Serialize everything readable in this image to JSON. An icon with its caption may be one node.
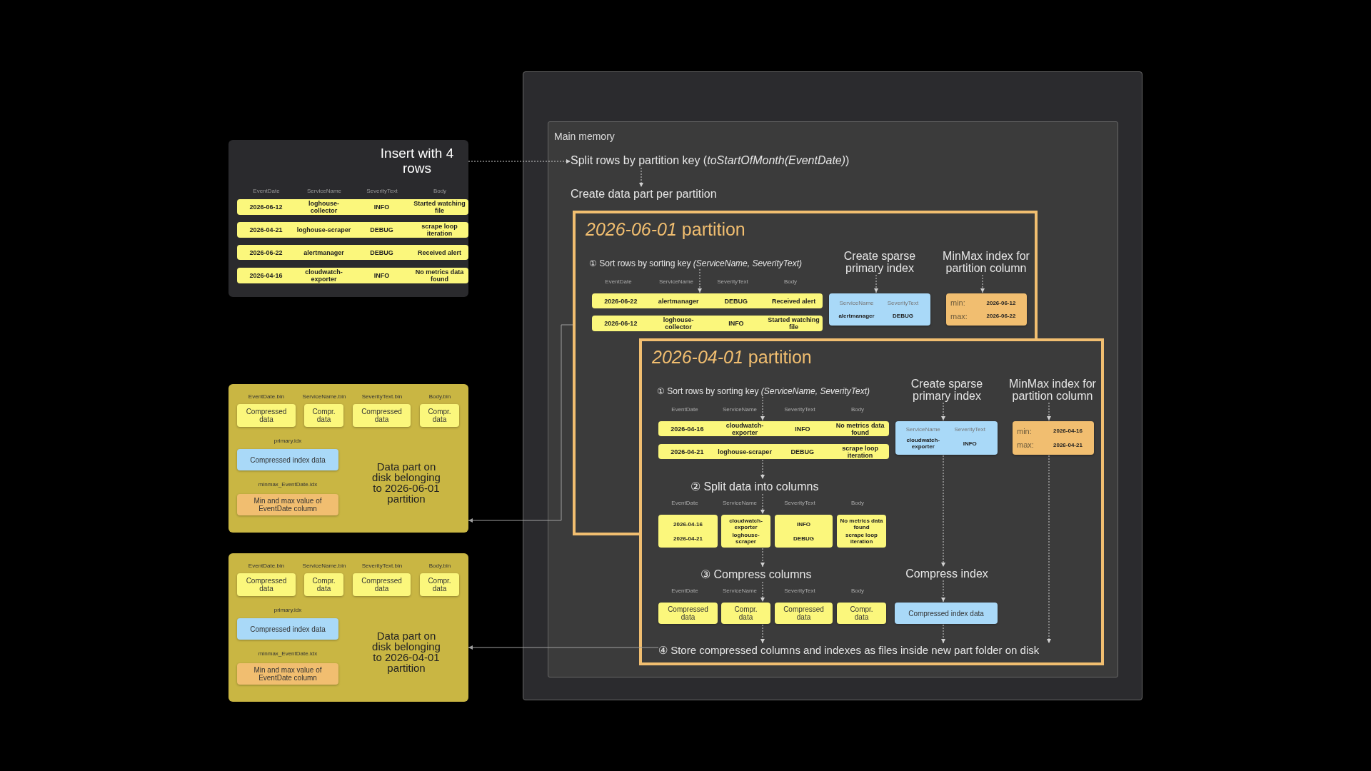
{
  "diagram": {
    "nodes": [
      {
        "text": [
          "Insert with 4 rows"
        ]
      },
      {
        "text": [
          "2026-06-12",
          "loghouse-collector",
          "INFO",
          "Started watching file"
        ],
        "in": 0
      },
      {
        "text": [
          "2026-04-21",
          "loghouse-scraper",
          "DEBUG",
          "scrape loop iteration"
        ],
        "in": 0
      },
      {
        "text": [
          "2026-06-22",
          "alertmanager",
          "DEBUG",
          "Received alert"
        ],
        "in": 0
      },
      {
        "text": [
          "2026-04-16",
          "cloudwatch-exporter",
          "INFO",
          "No metrics data found"
        ],
        "in": 0
      },
      {
        "text": [
          "Data part on disk belonging to 2026-06-01 partition"
        ]
      },
      {
        "text": [
          "Compressed data"
        ],
        "in": 5
      },
      {
        "text": [
          "Compr. data"
        ],
        "in": 5
      },
      {
        "text": [
          "Compressed data"
        ],
        "in": 5
      },
      {
        "text": [
          "Compr. data"
        ],
        "in": 5
      },
      {
        "text": [
          "Compressed index data"
        ],
        "in": 5
      },
      {
        "text": [
          "Min and max value of EventDate column"
        ],
        "in": 5
      },
      {
        "text": [
          "Data part on disk belonging to 2026-04-01 partition"
        ]
      },
      {
        "text": [
          "Compressed data"
        ],
        "in": 12
      },
      {
        "text": [
          "Compr. data"
        ],
        "in": 12
      },
      {
        "text": [
          "Compressed data"
        ],
        "in": 12
      },
      {
        "text": [
          "Compr. data"
        ],
        "in": 12
      },
      {
        "text": [
          "Compressed index data"
        ],
        "in": 12
      },
      {
        "text": [
          "Min and max value of EventDate column"
        ],
        "in": 12
      },
      {
        "text": [
          "Main memory"
        ]
      },
      {
        "text": [
          "Split rows by partition key (*toStartOfMonth(EventDate)*)"
        ],
        "in": 19
      },
      {
        "text": [
          "Create data part per partition"
        ],
        "in": 19
      },
      {
        "text": [
          "*2026-06-01* partition"
        ],
        "in": 19
      },
      {
        "text": [
          "① Sort rows by sorting key *(ServiceName, SeverityText)*"
        ],
        "in": 22
      },
      {
        "text": [
          "2026-06-22",
          "alertmanager",
          "DEBUG",
          "Received alert"
        ],
        "in": 22
      },
      {
        "text": [
          "2026-06-12",
          "loghouse-collector",
          "INFO",
          "Started watching file"
        ],
        "in": 22
      },
      {
        "text": [
          "Create sparse primary index"
        ],
        "in": 22
      },
      {
        "text": [
          "ServiceName",
          "SeverityText",
          "alertmanager",
          "DEBUG"
        ],
        "in": 22
      },
      {
        "text": [
          "MinMax index for partition column"
        ],
        "in": 22
      },
      {
        "text": [
          "min:",
          "2026-06-12",
          "max:",
          "2026-06-22"
        ],
        "in": 22
      },
      {
        "text": [
          "*2026-04-01* partition"
        ],
        "in": 19
      },
      {
        "text": [
          "① Sort rows by sorting key *(ServiceName, SeverityText)*"
        ],
        "in": 30
      },
      {
        "text": [
          "2026-04-16",
          "cloudwatch-exporter",
          "INFO",
          "No metrics data found"
        ],
        "in": 30
      },
      {
        "text": [
          "2026-04-21",
          "loghouse-scraper",
          "DEBUG",
          "scrape loop iteration"
        ],
        "in": 30
      },
      {
        "text": [
          "Create sparse primary index"
        ],
        "in": 30
      },
      {
        "text": [
          "ServiceName",
          "SeverityText",
          "cloudwatch-exporter",
          "INFO"
        ],
        "in": 30
      },
      {
        "text": [
          "MinMax index for partition column"
        ],
        "in": 30
      },
      {
        "text": [
          "min:",
          "2026-04-16",
          "max:",
          "2026-04-21"
        ],
        "in": 30
      },
      {
        "text": [
          "② Split data into columns"
        ],
        "in": 30
      },
      {
        "text": [
          "2026-04-16",
          "2026-04-21"
        ],
        "in": 30
      },
      {
        "text": [
          "cloudwatch-exporter",
          "loghouse-scraper"
        ],
        "in": 30
      },
      {
        "text": [
          "INFO",
          "DEBUG"
        ],
        "in": 30
      },
      {
        "text": [
          "No metrics data found",
          "scrape loop iteration"
        ],
        "in": 30
      },
      {
        "text": [
          "③ Compress columns"
        ],
        "in": 30
      },
      {
        "text": [
          "Compress index"
        ],
        "in": 30
      },
      {
        "text": [
          "Compressed data"
        ],
        "in": 30
      },
      {
        "text": [
          "Compr. data"
        ],
        "in": 30
      },
      {
        "text": [
          "Compressed data"
        ],
        "in": 30
      },
      {
        "text": [
          "Compr. data"
        ],
        "in": 30
      },
      {
        "text": [
          "Compressed index data"
        ],
        "in": 30
      },
      {
        "text": [
          "④ Store compressed columns and indexes as files inside new part folder on disk"
        ],
        "in": 30
      }
    ],
    "edges": [
      {
        "from": 0,
        "to": 20,
        "arrow": "to",
        "style": "dashed"
      },
      {
        "from": 20,
        "to": 21,
        "arrow": "to",
        "style": "dashed"
      },
      {
        "from": 23,
        "to": 24,
        "arrow": "to",
        "style": "dashed"
      },
      {
        "from": 26,
        "to": 27,
        "arrow": "to",
        "style": "dashed"
      },
      {
        "from": 28,
        "to": 29,
        "arrow": "to",
        "style": "dashed"
      },
      {
        "from": 22,
        "to": 5,
        "arrow": "to"
      },
      {
        "from": 31,
        "to": 32,
        "arrow": "to",
        "style": "dashed"
      },
      {
        "from": 34,
        "to": 35,
        "arrow": "to",
        "style": "dashed"
      },
      {
        "from": 36,
        "to": 37,
        "arrow": "to",
        "style": "dashed"
      },
      {
        "from": 33,
        "to": 38,
        "arrow": "to",
        "style": "dashed"
      },
      {
        "from": 38,
        "to": 40,
        "arrow": "to",
        "style": "dashed"
      },
      {
        "from": 35,
        "to": 44,
        "arrow": "to",
        "style": "dashed"
      },
      {
        "from": 40,
        "to": 43,
        "arrow": "to",
        "style": "dashed"
      },
      {
        "from": 43,
        "to": 46,
        "arrow": "to",
        "style": "dashed"
      },
      {
        "from": 44,
        "to": 49,
        "arrow": "to",
        "style": "dashed"
      },
      {
        "from": 46,
        "to": 50,
        "arrow": "to",
        "style": "dashed"
      },
      {
        "from": 49,
        "to": 50,
        "arrow": "to",
        "style": "dashed"
      },
      {
        "from": 37,
        "to": 50,
        "arrow": "to",
        "style": "dashed"
      },
      {
        "from": 50,
        "to": 12,
        "arrow": "to"
      }
    ],
    "labels": [
      "EventDate",
      "ServiceName",
      "SeverityText",
      "Body",
      "EventDate.bin",
      "ServiceName.bin",
      "SeverityText.bin",
      "Body.bin",
      "primary.idx",
      "minmax_EventDate.idx",
      "EventDate.bin",
      "ServiceName.bin",
      "SeverityText.bin",
      "Body.bin",
      "primary.idx",
      "minmax_EventDate.idx",
      "EventDate",
      "ServiceName",
      "SeverityText",
      "Body",
      "EventDate",
      "ServiceName",
      "SeverityText",
      "Body",
      "EventDate",
      "ServiceName",
      "SeverityText",
      "Body",
      "EventDate",
      "ServiceName",
      "SeverityText",
      "Body"
    ]
  }
}
